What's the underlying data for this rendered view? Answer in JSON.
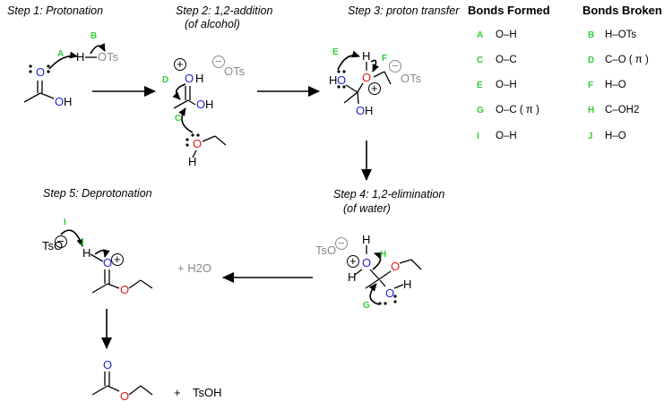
{
  "steps": {
    "s1": {
      "label": "Step 1: Protonation"
    },
    "s2": {
      "label": "Step 2: 1,2-addition",
      "sub": "(of alcohol)"
    },
    "s3": {
      "label": "Step 3: proton transfer"
    },
    "s4": {
      "label": "Step 4: 1,2-elimination",
      "sub": "(of water)"
    },
    "s5": {
      "label": "Step 5: Deprotonation"
    }
  },
  "table": {
    "formed_header": "Bonds Formed",
    "broken_header": "Bonds Broken",
    "formed": [
      {
        "letter": "A",
        "bond": "O–H"
      },
      {
        "letter": "C",
        "bond": "O–C"
      },
      {
        "letter": "E",
        "bond": "O–H"
      },
      {
        "letter": "G",
        "bond": "O–C ( π )"
      },
      {
        "letter": "I",
        "bond": "O–H"
      }
    ],
    "broken": [
      {
        "letter": "B",
        "bond": "H–OTs"
      },
      {
        "letter": "D",
        "bond": "C–O ( π )"
      },
      {
        "letter": "F",
        "bond": "H–O"
      },
      {
        "letter": "H",
        "bond": "C–OH2"
      },
      {
        "letter": "J",
        "bond": "H–O"
      }
    ]
  },
  "atoms": {
    "O": "O",
    "H": "H",
    "OH": "OH",
    "HO": "HO",
    "OTs": "OTs",
    "TsO": "TsO",
    "plus": "+",
    "minus": "−",
    "water": "+ H2O",
    "tsoh": "TsOH"
  },
  "colors": {
    "label": "#33cc33",
    "oxygen_blue": "#1f1fd6",
    "oxygen_red": "#e01818",
    "gray": "#8a8a8a"
  }
}
